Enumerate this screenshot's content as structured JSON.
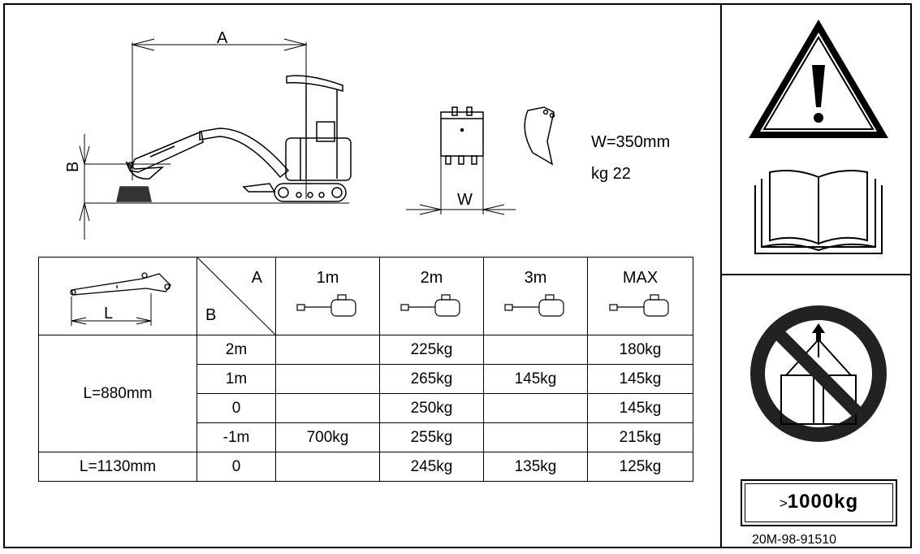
{
  "excavator": {
    "dim_a": "A",
    "dim_b": "B"
  },
  "bucket": {
    "dim_w": "W",
    "width_text": "W=350mm",
    "weight_text": "kg 22"
  },
  "table": {
    "corner": {
      "a": "A",
      "b": "B",
      "arm_label": "L"
    },
    "columns": [
      "1m",
      "2m",
      "3m",
      "MAX"
    ],
    "rows": [
      {
        "arm": "L=880mm",
        "height": "2m",
        "values": [
          "",
          "225kg",
          "",
          "180kg"
        ]
      },
      {
        "arm": "",
        "height": "1m",
        "values": [
          "",
          "265kg",
          "145kg",
          "145kg"
        ]
      },
      {
        "arm": "",
        "height": "0",
        "values": [
          "",
          "250kg",
          "",
          "145kg"
        ]
      },
      {
        "arm": "",
        "height": "-1m",
        "values": [
          "700kg",
          "255kg",
          "",
          "215kg"
        ]
      },
      {
        "arm": "L=1130mm",
        "height": "0",
        "values": [
          "",
          "245kg",
          "135kg",
          "125kg"
        ]
      }
    ]
  },
  "side_panel": {
    "warning_icon": "warning-triangle-icon",
    "manual_icon": "open-book-icon",
    "no_lift_icon": "no-lifting-icon",
    "limit_prefix": ">",
    "limit_value": "1000kg",
    "part_number": "20M-98-91510"
  }
}
